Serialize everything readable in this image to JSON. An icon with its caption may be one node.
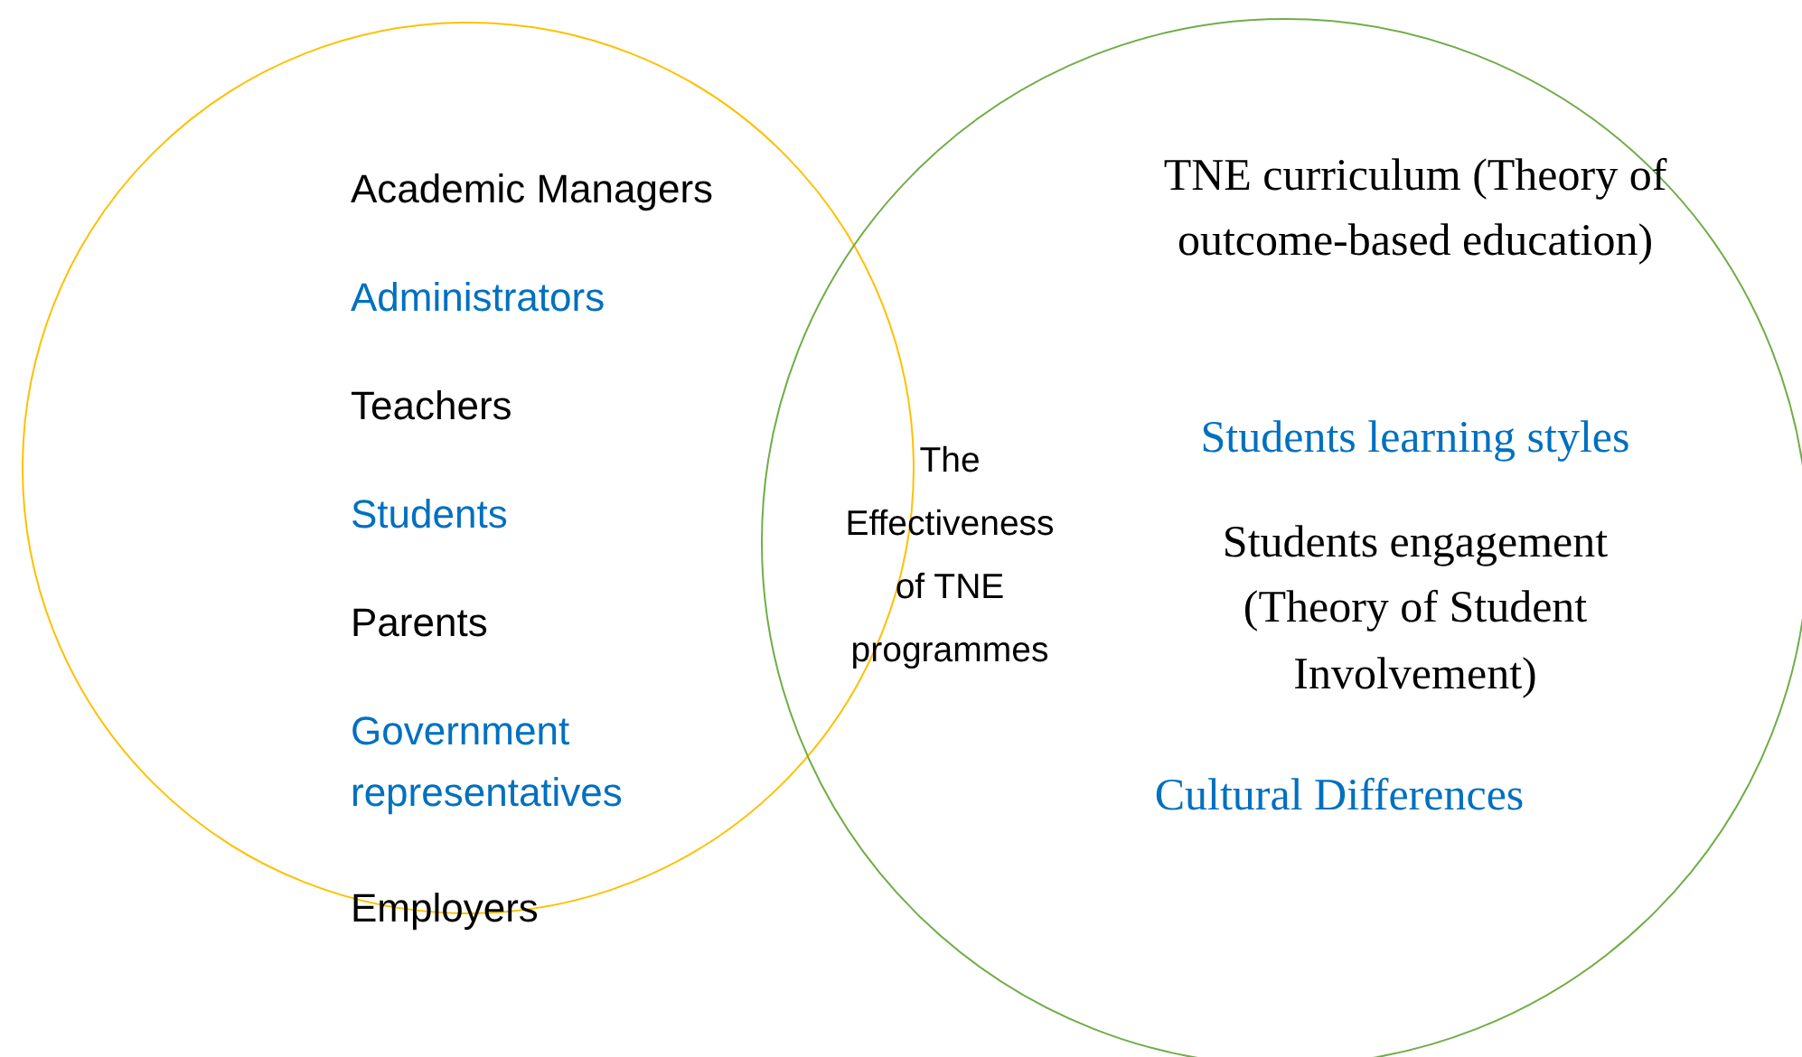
{
  "diagram": {
    "nodes": [
      {
        "text": [
          "Academic Managers",
          "Administrators",
          "Teachers",
          "Students",
          "Parents",
          "Government representatives",
          "Employers"
        ]
      },
      {
        "text": [
          "TNE curriculum (Theory of outcome-based education)",
          "Students learning styles",
          "Students engagement (Theory of Student Involvement)",
          "Cultural Differences"
        ]
      }
    ],
    "edges": [],
    "labels": [
      "The Effectiveness of TNE programmes"
    ]
  }
}
